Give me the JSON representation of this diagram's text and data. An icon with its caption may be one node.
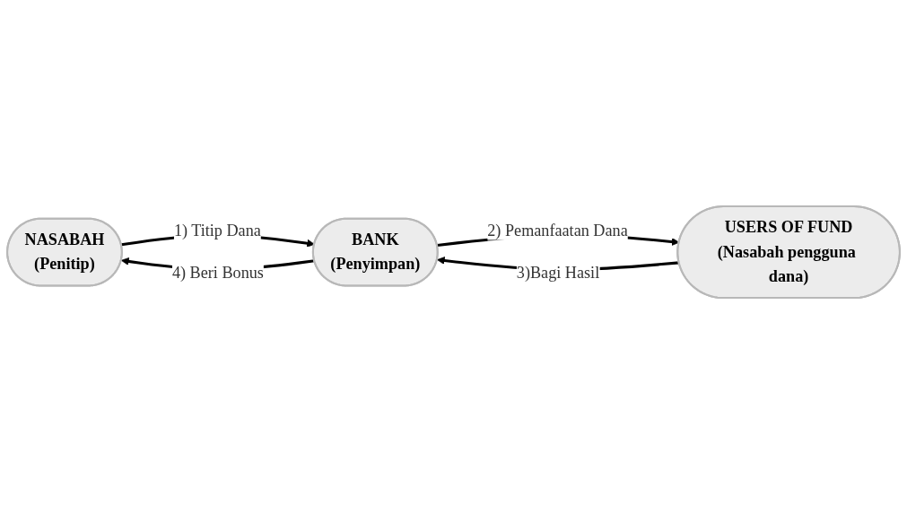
{
  "diagram": {
    "nodes": [
      {
        "text": [
          "NASABAH",
          "(Penitip)"
        ]
      },
      {
        "text": [
          "BANK",
          "(Penyimpan)"
        ]
      },
      {
        "text": [
          "USERS OF FUND",
          "(Nasabah pengguna dana)"
        ]
      }
    ],
    "edges": [
      {
        "from": 0,
        "to": 1,
        "arrow": "to",
        "label": "1) Titip Dana"
      },
      {
        "from": 1,
        "to": 0,
        "arrow": "to",
        "label": "4) Beri Bonus"
      },
      {
        "from": 1,
        "to": 2,
        "arrow": "to",
        "label": "2) Pemanfaatan Dana"
      },
      {
        "from": 2,
        "to": 1,
        "arrow": "to",
        "label": "3)Bagi Hasil"
      }
    ]
  }
}
